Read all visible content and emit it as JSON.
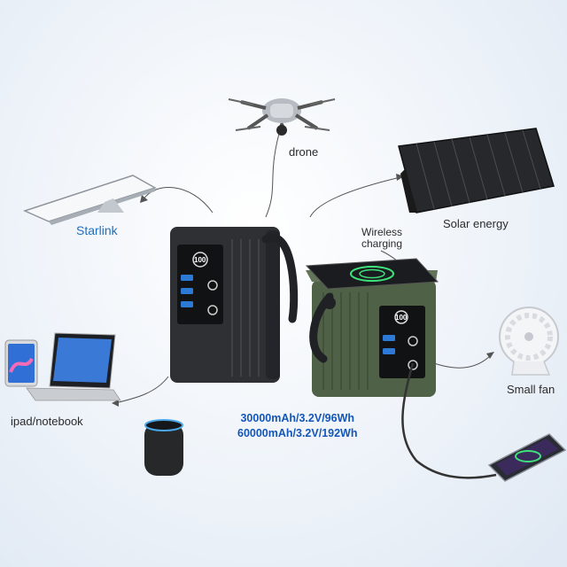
{
  "labels": {
    "drone": "drone",
    "starlink": "Starlink",
    "solar": "Solar energy",
    "wireless_line1": "Wireless",
    "wireless_line2": "charging",
    "notebook": "ipad/notebook",
    "fan": "Small fan"
  },
  "specs": {
    "line1": "30000mAh/3.2V/96Wh",
    "line2": "60000mAh/3.2V/192Wh"
  },
  "display": {
    "black_unit_value": "100",
    "green_unit_value": "100"
  },
  "colors": {
    "accent_blue": "#1456b8",
    "label_blue": "#1f6fbf",
    "black_unit": "#2e3033",
    "green_unit": "#4f6146"
  }
}
